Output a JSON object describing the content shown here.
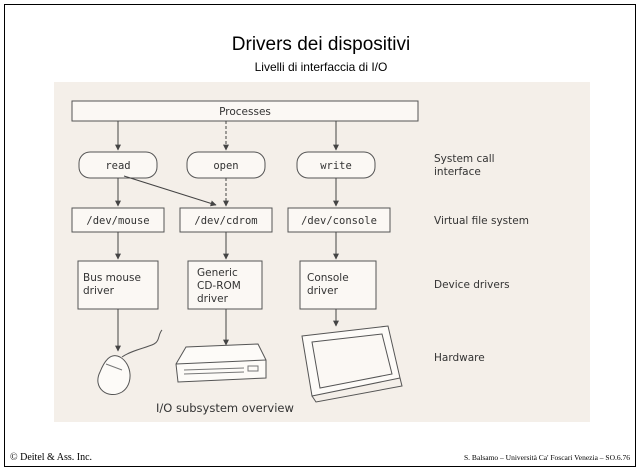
{
  "slide": {
    "title": "Drivers dei dispositivi",
    "subtitle": "Livelli di interfaccia di I/O",
    "footer_left": "© Deitel & Ass. Inc.",
    "footer_right": "S. Balsamo – Università Ca' Foscari Venezia – SO.6.76"
  },
  "diagram": {
    "processes_label": "Processes",
    "syscalls": [
      "read",
      "open",
      "write"
    ],
    "devices": [
      "/dev/mouse",
      "/dev/cdrom",
      "/dev/console"
    ],
    "drivers": [
      [
        "Bus mouse",
        "driver"
      ],
      [
        "Generic",
        "CD-ROM",
        "driver"
      ],
      [
        "Console",
        "driver"
      ]
    ],
    "layers": [
      "System call",
      "interface",
      "Virtual file system",
      "Device drivers",
      "Hardware"
    ],
    "hardware": [
      "mouse-icon",
      "cdrom-drive-icon",
      "monitor-icon"
    ],
    "caption": "I/O subsystem overview",
    "colors": {
      "panel": "#f4efe9",
      "stroke": "#555555",
      "box": "#fbf8f4"
    }
  }
}
